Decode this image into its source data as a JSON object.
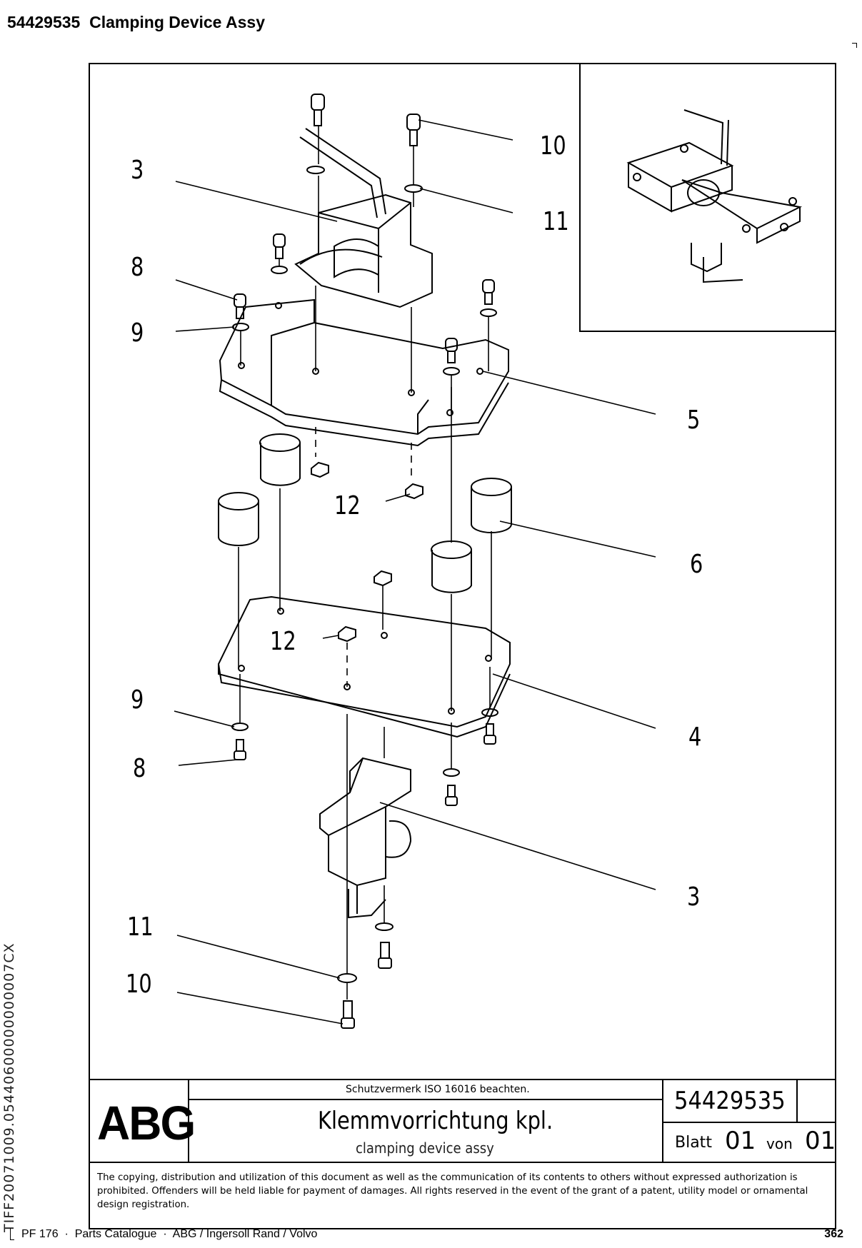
{
  "header": {
    "part_number": "54429535",
    "title": "Clamping Device Assy"
  },
  "side_code": "TIFF20071009.05440600000000007CX",
  "callouts": [
    "10",
    "11",
    "3",
    "8",
    "9",
    "5",
    "12",
    "6",
    "12",
    "9",
    "4",
    "8",
    "3",
    "11",
    "10"
  ],
  "title_block": {
    "logo": "ABG",
    "protection_note": "Schutzvermerk ISO 16016 beachten.",
    "title_de": "Klemmvorrichtung kpl.",
    "title_en": "clamping device assy",
    "drawing_number": "54429535",
    "sheet_label": "Blatt",
    "sheet_value": "01",
    "of_label": "von",
    "of_value": "01"
  },
  "copyright": "The copying, distribution and utilization of this document as well as the communication of its contents to others without expressed authorization is prohibited. Offenders will be held liable for payment of damages. All rights reserved in the event of the grant of a patent, utility model or ornamental design registration.",
  "footer": {
    "left": "PF 176  ·  Parts Catalogue  ·  ABG / Ingersoll Rand / Volvo",
    "page": "362"
  }
}
